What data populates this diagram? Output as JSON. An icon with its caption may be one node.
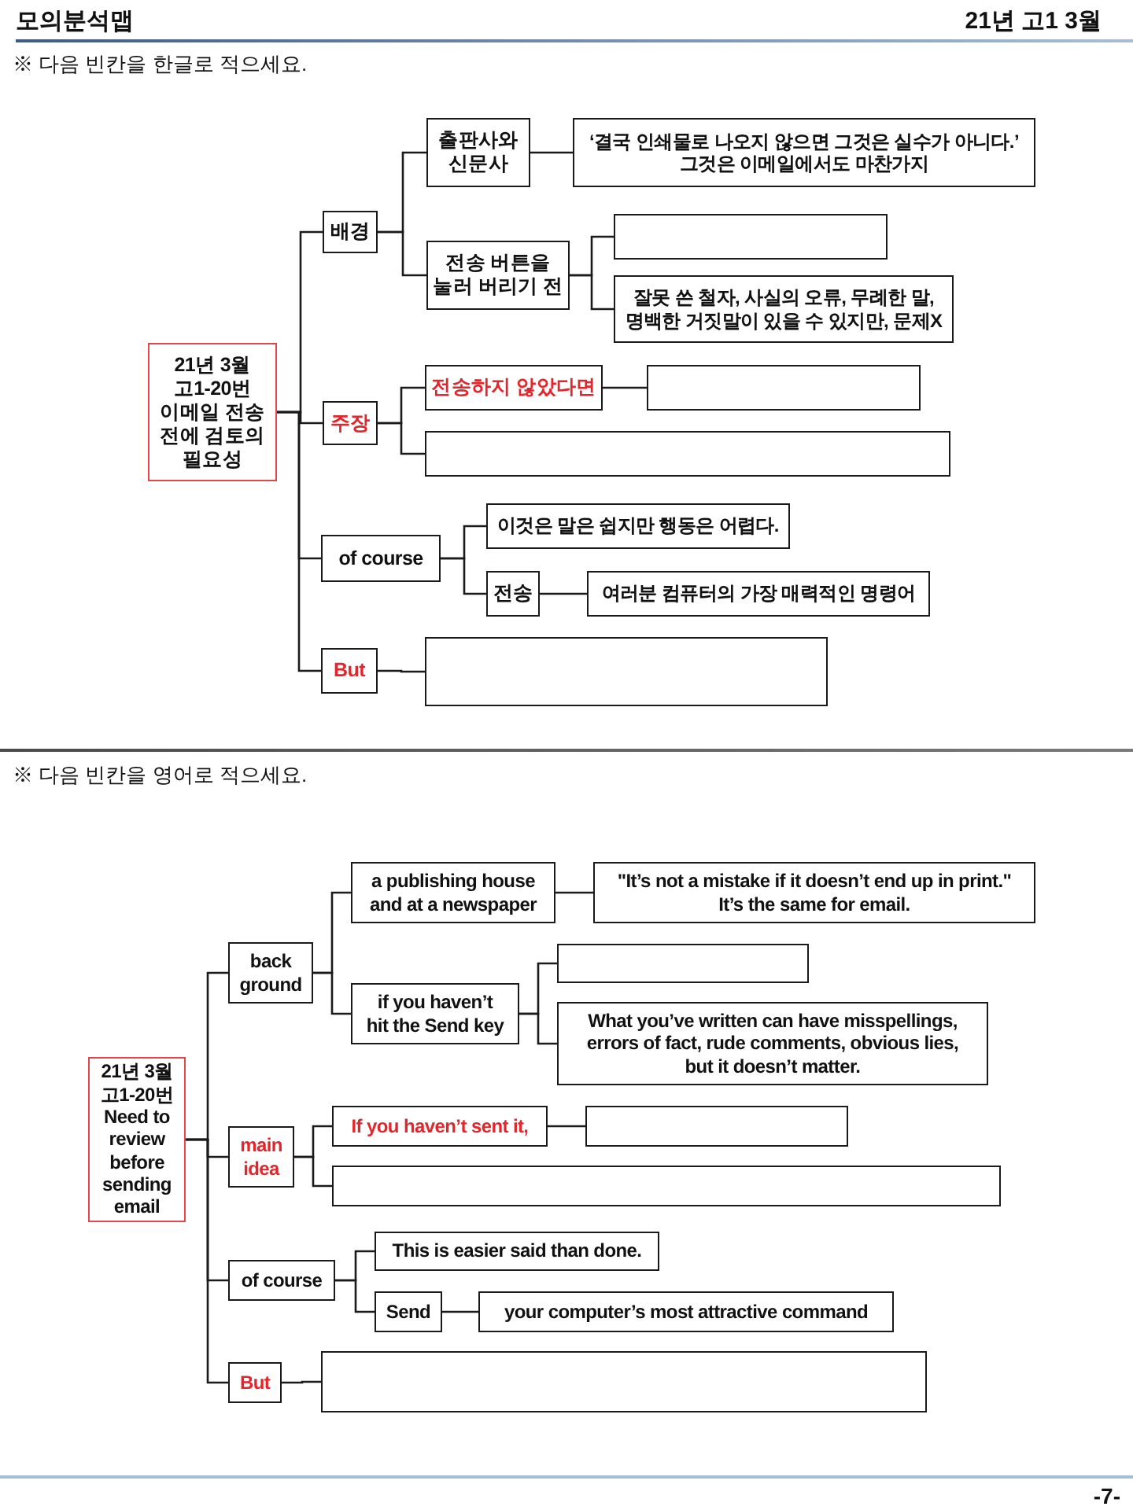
{
  "diagram": {
    "title": "모의분석맵",
    "nodes": [
      {
        "text": [
          "21년 3월 고1-20번 이메일 전송 전에 검토의 필요성"
        ]
      },
      {
        "text": [
          "배경"
        ]
      },
      {
        "text": [
          "출판사와 신문사"
        ]
      },
      {
        "text": [
          "‘결국 인쇄물로 나오지 않으면 그것은 실수가 아니다.’ 그것은 이메일에서도 마찬가지"
        ]
      },
      {
        "text": [
          "전송 버튼을 눌러 버리기 전"
        ]
      },
      {
        "text": [],
        "shape": "box"
      },
      {
        "text": [
          "잘못 쓴 철자, 사실의 오류, 무례한 말, 명백한 거짓말이 있을 수 있지만, 문제X"
        ]
      },
      {
        "text": [
          "주장"
        ]
      },
      {
        "text": [
          "전송하지 않았다면"
        ]
      },
      {
        "text": [],
        "shape": "box"
      },
      {
        "text": [],
        "shape": "box"
      },
      {
        "text": [
          "of course"
        ]
      },
      {
        "text": [
          "이것은 말은 쉽지만 행동은 어렵다."
        ]
      },
      {
        "text": [
          "전송"
        ]
      },
      {
        "text": [
          "여러분 컴퓨터의 가장 매력적인 명령어"
        ]
      },
      {
        "text": [
          "But"
        ]
      },
      {
        "text": [],
        "shape": "box"
      },
      {
        "text": [
          "21년 3월 고1-20번 Need to review before sending email"
        ]
      },
      {
        "text": [
          "back ground"
        ]
      },
      {
        "text": [
          "a publishing house and at a newspaper"
        ]
      },
      {
        "text": [
          "\"It’s not a mistake if it doesn’t end up in print.\" It’s the same for email."
        ]
      },
      {
        "text": [
          "if you haven’t hit the Send key"
        ]
      },
      {
        "text": [],
        "shape": "box"
      },
      {
        "text": [
          "What you’ve written can have misspellings, errors of fact, rude comments, obvious lies, but it doesn’t matter."
        ]
      },
      {
        "text": [
          "main idea"
        ]
      },
      {
        "text": [
          "If you haven’t sent it,"
        ]
      },
      {
        "text": [],
        "shape": "box"
      },
      {
        "text": [],
        "shape": "box"
      },
      {
        "text": [
          "of course"
        ]
      },
      {
        "text": [
          "This is easier said than done."
        ]
      },
      {
        "text": [
          "Send"
        ]
      },
      {
        "text": [
          "your computer’s most attractive command"
        ]
      },
      {
        "text": [
          "But"
        ]
      },
      {
        "text": [],
        "shape": "box"
      }
    ],
    "edges": [
      {
        "from": 0,
        "to": 1,
        "arrow": "none"
      },
      {
        "from": 0,
        "to": 7,
        "arrow": "none"
      },
      {
        "from": 0,
        "to": 11,
        "arrow": "none"
      },
      {
        "from": 0,
        "to": 15,
        "arrow": "none"
      },
      {
        "from": 1,
        "to": 2,
        "arrow": "none"
      },
      {
        "from": 1,
        "to": 4,
        "arrow": "none"
      },
      {
        "from": 2,
        "to": 3,
        "arrow": "none"
      },
      {
        "from": 4,
        "to": 5,
        "arrow": "none"
      },
      {
        "from": 4,
        "to": 6,
        "arrow": "none"
      },
      {
        "from": 7,
        "to": 8,
        "arrow": "none"
      },
      {
        "from": 7,
        "to": 10,
        "arrow": "none"
      },
      {
        "from": 8,
        "to": 9,
        "arrow": "none"
      },
      {
        "from": 11,
        "to": 12,
        "arrow": "none"
      },
      {
        "from": 11,
        "to": 13,
        "arrow": "none"
      },
      {
        "from": 13,
        "to": 14,
        "arrow": "none"
      },
      {
        "from": 15,
        "to": 16,
        "arrow": "none"
      },
      {
        "from": 17,
        "to": 18,
        "arrow": "none"
      },
      {
        "from": 17,
        "to": 24,
        "arrow": "none"
      },
      {
        "from": 17,
        "to": 28,
        "arrow": "none"
      },
      {
        "from": 17,
        "to": 32,
        "arrow": "none"
      },
      {
        "from": 18,
        "to": 19,
        "arrow": "none"
      },
      {
        "from": 18,
        "to": 21,
        "arrow": "none"
      },
      {
        "from": 19,
        "to": 20,
        "arrow": "none"
      },
      {
        "from": 21,
        "to": 22,
        "arrow": "none"
      },
      {
        "from": 21,
        "to": 23,
        "arrow": "none"
      },
      {
        "from": 24,
        "to": 25,
        "arrow": "none"
      },
      {
        "from": 24,
        "to": 27,
        "arrow": "none"
      },
      {
        "from": 25,
        "to": 26,
        "arrow": "none"
      },
      {
        "from": 28,
        "to": 29,
        "arrow": "none"
      },
      {
        "from": 28,
        "to": 30,
        "arrow": "none"
      },
      {
        "from": 30,
        "to": 31,
        "arrow": "none"
      },
      {
        "from": 32,
        "to": 33,
        "arrow": "none"
      }
    ],
    "labels": [
      "21년 고1 3월",
      "※ 다음 빈칸을 한글로 적으세요.",
      "※ 다음 빈칸을 영어로 적으세요.",
      "-7-"
    ]
  }
}
